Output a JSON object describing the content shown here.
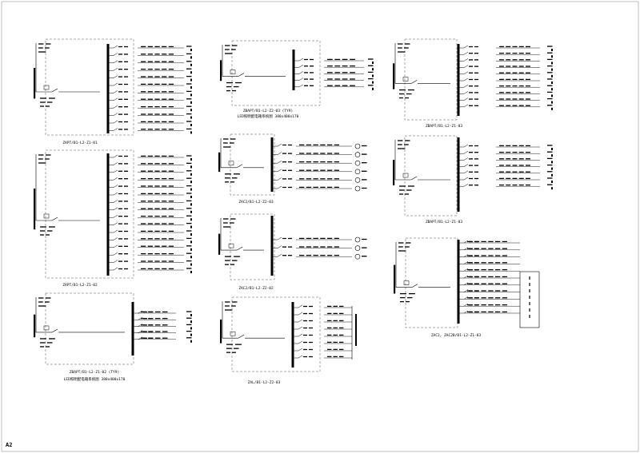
{
  "sheet": {
    "number": "A2",
    "colors": {
      "line": "#000000",
      "paper": "#ffffff",
      "frame": "#555555"
    }
  },
  "panels": [
    {
      "id": "p1",
      "caption": "ZAPT/B1-L2-Z1-01",
      "subcaption": ""
    },
    {
      "id": "p2",
      "caption": "ZAPT/B1-L2-Z1-02",
      "subcaption": ""
    },
    {
      "id": "p3",
      "caption": "ZBAPT/B1-L2-Z1-02 (TY9)",
      "subcaption": "LED照明配电箱系统图 380x400x170"
    },
    {
      "id": "p4",
      "caption": "ZBAPT/B1-L2-Z2-03 (TY9)",
      "subcaption": "LED照明配电箱系统图 380x400x170"
    },
    {
      "id": "p5",
      "caption": "ZAC2/B1-L2-Z2-03",
      "subcaption": ""
    },
    {
      "id": "p6",
      "caption": "ZAC2/B1-L2-Z2-02",
      "subcaption": ""
    },
    {
      "id": "p7",
      "caption": "ZAL/B1-L2-Z2-03",
      "subcaption": ""
    },
    {
      "id": "p8",
      "caption": "ZBAPT/B1-L2-Z1-03",
      "subcaption": ""
    },
    {
      "id": "p9",
      "caption": "ZBAPT/B1-L2-Z1-03",
      "subcaption": ""
    },
    {
      "id": "p10",
      "caption": "ZAC2, ZAC2B/B1-L2-Z1-03",
      "subcaption": ""
    }
  ]
}
